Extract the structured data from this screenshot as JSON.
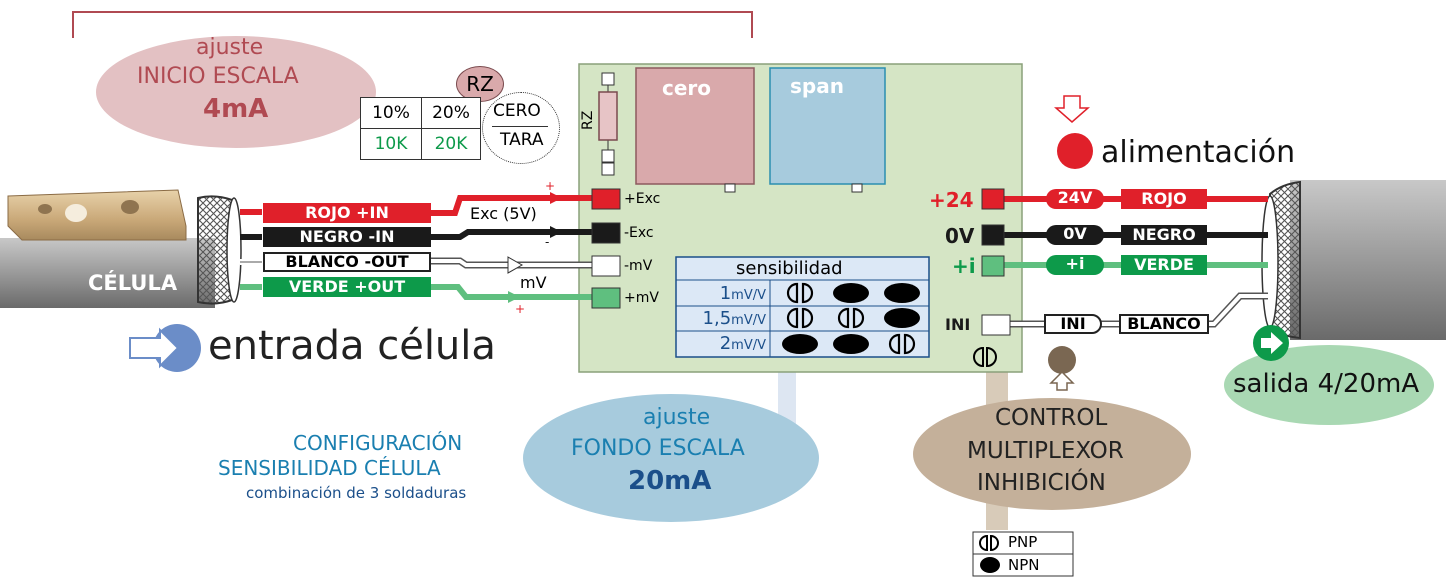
{
  "start_scale": {
    "line1": "ajuste",
    "line2": "INICIO ESCALA",
    "value": "4mA"
  },
  "rz_table": {
    "badge": "RZ",
    "pct": [
      "10%",
      "20%"
    ],
    "res": [
      "10K",
      "20K"
    ],
    "cero": "CERO",
    "tara": "TARA"
  },
  "board": {
    "rz_label": "RZ",
    "cero_label": "cero",
    "span_label": "span"
  },
  "left_terminals": [
    "+Exc",
    "-Exc",
    "-mV",
    "+mV"
  ],
  "left_wires": [
    "ROJO +IN",
    "NEGRO -IN",
    "BLANCO -OUT",
    "VERDE +OUT"
  ],
  "exc_label": "Exc (5V)",
  "mv_label": "mV",
  "cell_label": "CÉLULA",
  "input_label": "entrada célula",
  "sensitivity": {
    "title": "sensibilidad",
    "rows": [
      {
        "num": "1",
        "unit": "mV/V",
        "pads": [
          "open",
          "closed",
          "closed"
        ]
      },
      {
        "num": "1,5",
        "unit": "mV/V",
        "pads": [
          "open",
          "open",
          "closed"
        ]
      },
      {
        "num": "2",
        "unit": "mV/V",
        "pads": [
          "closed",
          "closed",
          "open"
        ]
      }
    ]
  },
  "right_terminals": [
    {
      "label": "+24",
      "tag": "24V",
      "wire": "ROJO",
      "color": "#e0202a"
    },
    {
      "label": "0V",
      "tag": "0V",
      "wire": "NEGRO",
      "color": "#1a1a1a"
    },
    {
      "label": "+i",
      "tag": "+i",
      "wire": "VERDE",
      "color": "#0d9a4a"
    },
    {
      "label": "INI",
      "tag": "INI",
      "wire": "BLANCO",
      "color": "#ffffff"
    }
  ],
  "power_label": "alimentación",
  "output_label": "salida 4/20mA",
  "full_scale": {
    "line1": "ajuste",
    "line2": "FONDO ESCALA",
    "value": "20mA"
  },
  "config": {
    "line1": "CONFIGURACIÓN",
    "line2": "SENSIBILIDAD CÉLULA",
    "line3": "combinación de 3 soldaduras"
  },
  "control": {
    "line1": "CONTROL",
    "line2": "MULTIPLEXOR",
    "line3": "INHIBICIÓN"
  },
  "pnp_npn": [
    "PNP",
    "NPN"
  ],
  "colors": {
    "red": "#e0202a",
    "green": "#0d9a4a",
    "light_green": "#5fbf7f",
    "board": "#d5e5c5",
    "pink": "#d9a9ab",
    "blue": "#a7cbdd",
    "tan": "#c4b09a",
    "blue_text": "#1a7fb0",
    "dark_blue_text": "#1b4f8a"
  }
}
